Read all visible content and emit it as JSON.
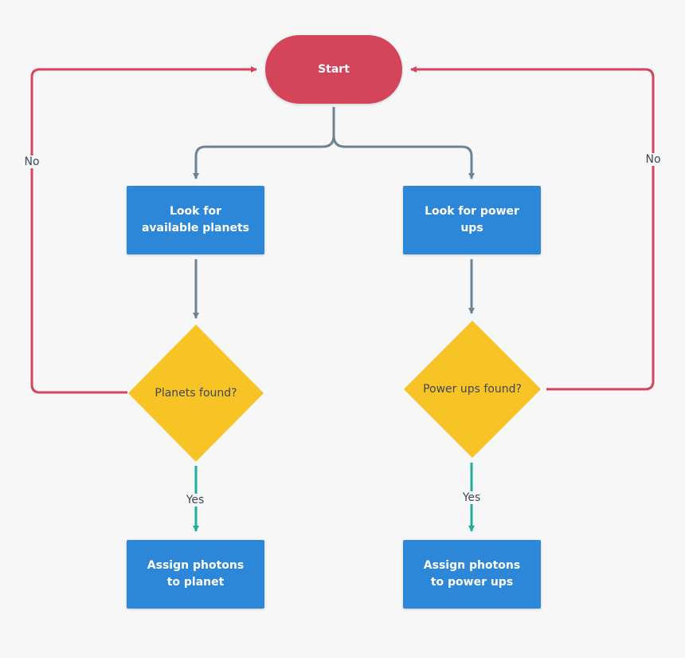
{
  "nodes": {
    "start": "Start",
    "look_planets": "Look for available planets",
    "look_powerups": "Look for power ups",
    "planets_found": "Planets found?",
    "powerups_found": "Power ups found?",
    "assign_planet": "Assign photons to planet",
    "assign_powerups": "Assign photons to power ups"
  },
  "edge_labels": {
    "no_left": "No",
    "no_right": "No",
    "yes_left": "Yes",
    "yes_right": "Yes"
  },
  "colors": {
    "start": "#d5455a",
    "process": "#2d87d9",
    "decision": "#f7c325",
    "flow": "#6e8393",
    "no": "#d5455a",
    "yes": "#1fae9a"
  }
}
